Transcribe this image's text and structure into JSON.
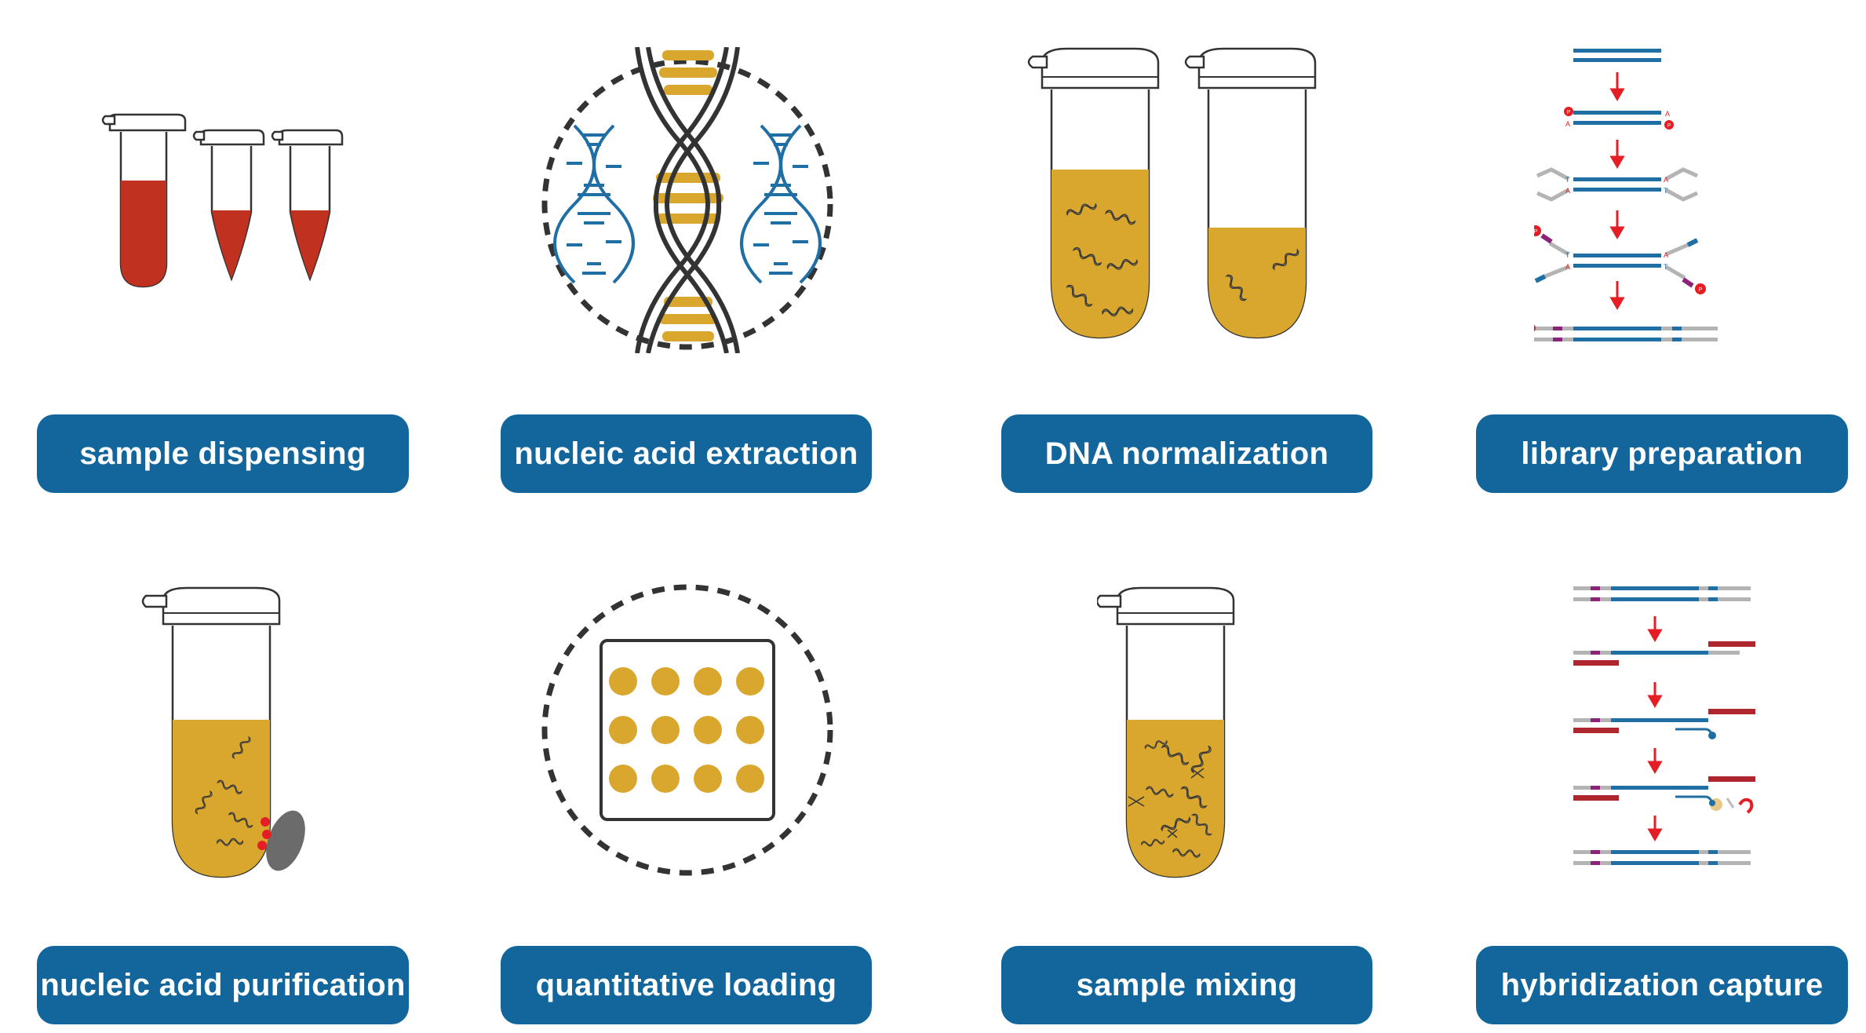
{
  "colors": {
    "pill_blue": "#12669b",
    "gold": "#d9a72e",
    "blood_red": "#c0311f",
    "dna_blue": "#1f6ea4",
    "dark": "#333333",
    "marker_red": "#e51e25",
    "adapter_gray": "#b4b4b4",
    "index_purple": "#8b2479",
    "probe_red": "#b0262f"
  },
  "steps": [
    {
      "label": "sample dispensing",
      "icon": "tubes-blood-icon"
    },
    {
      "label": "nucleic acid extraction",
      "icon": "dna-helix-icon"
    },
    {
      "label": "DNA normalization",
      "icon": "tubes-dna-icon"
    },
    {
      "label": "library preparation",
      "icon": "library-prep-icon"
    },
    {
      "label": "nucleic acid purification",
      "icon": "magnetic-bead-tube-icon"
    },
    {
      "label": "quantitative loading",
      "icon": "well-plate-icon"
    },
    {
      "label": "sample mixing",
      "icon": "mixing-tube-icon"
    },
    {
      "label": "hybridization capture",
      "icon": "hybridization-capture-icon"
    }
  ],
  "library_prep": {
    "marker_p": "P",
    "base_a": "A",
    "base_t": "T"
  }
}
